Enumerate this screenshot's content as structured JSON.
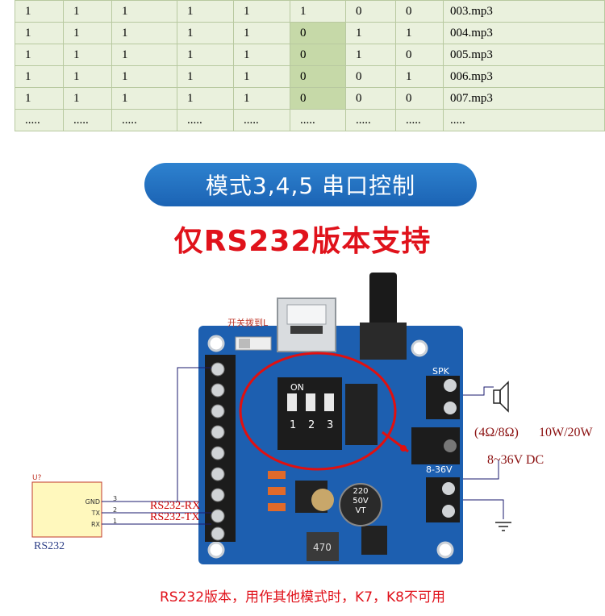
{
  "table": {
    "rows": [
      [
        "1",
        "1",
        "1",
        "1",
        "1",
        "1",
        "0",
        "0",
        "003.mp3"
      ],
      [
        "1",
        "1",
        "1",
        "1",
        "1",
        "0",
        "1",
        "1",
        "004.mp3"
      ],
      [
        "1",
        "1",
        "1",
        "1",
        "1",
        "0",
        "1",
        "0",
        "005.mp3"
      ],
      [
        "1",
        "1",
        "1",
        "1",
        "1",
        "0",
        "0",
        "1",
        "006.mp3"
      ],
      [
        "1",
        "1",
        "1",
        "1",
        "1",
        "0",
        "0",
        "0",
        "007.mp3"
      ],
      [
        ".....",
        ".....",
        ".....",
        ".....",
        ".....",
        ".....",
        ".....",
        ".....",
        "....."
      ]
    ]
  },
  "banner_text": "模式3,4,5  串口控制",
  "subtitle_text": "仅RS232版本支持",
  "switch_note": "开关拨到L",
  "rs232_module_label": "RS232",
  "module_ref": "U?",
  "pins": [
    {
      "name": "GND",
      "num": "3"
    },
    {
      "name": "TX",
      "num": "2"
    },
    {
      "name": "RX",
      "num": "1"
    }
  ],
  "wire_labels": {
    "rx": "RS232-RX",
    "tx": "RS232-TX"
  },
  "speaker_port": "SPK",
  "speaker_spec_impedance": "(4Ω/8Ω)",
  "speaker_spec_power": "10W/20W",
  "power_range": "8-36V",
  "power_label": "8~36V DC",
  "dip_on": "ON",
  "dip_numbers": [
    "1",
    "2",
    "3"
  ],
  "cap_text": [
    "220",
    "50V",
    "VT"
  ],
  "inductor_text": "470",
  "caption_text": "RS232版本，用作其他模式时，K7，K8不可用",
  "colors": {
    "banner": "#1f6dbf",
    "accent_red": "#e0121b",
    "pcb": "#1d5fb0",
    "table_light": "#eaf1dd",
    "table_green": "#c6d9a8"
  }
}
